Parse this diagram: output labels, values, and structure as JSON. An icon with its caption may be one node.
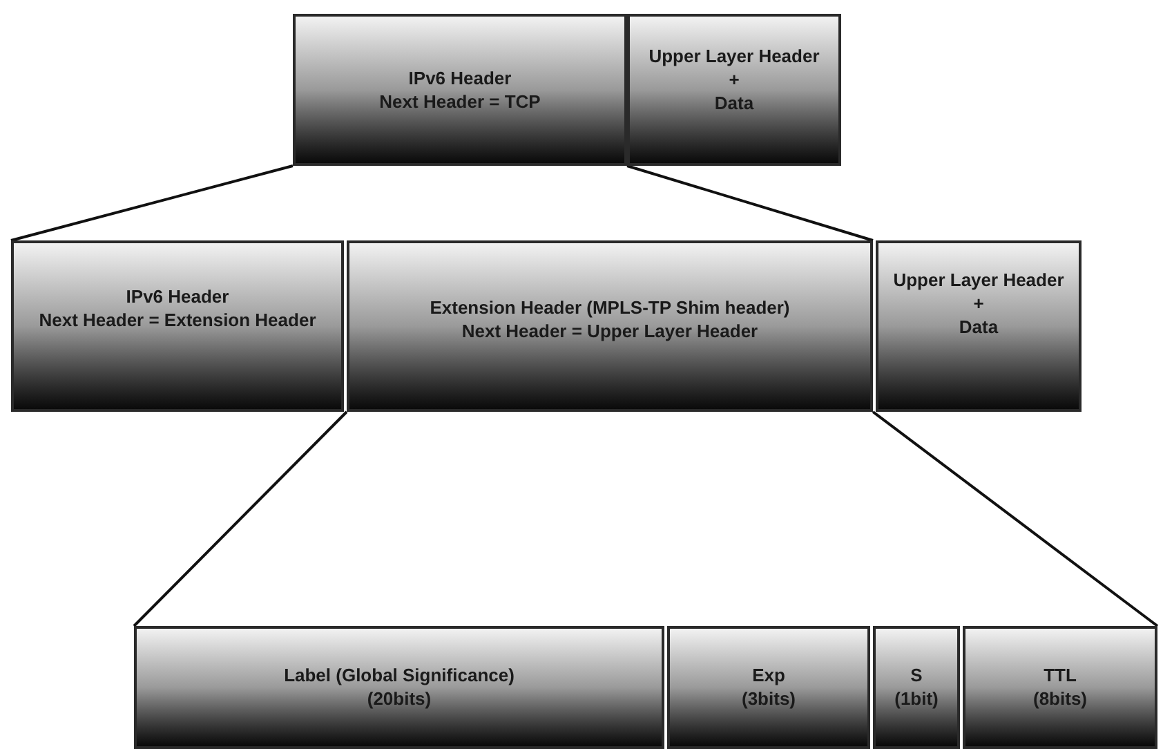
{
  "diagram": {
    "nodes": [
      {
        "text": [
          "IPv6 Header",
          "Next Header = TCP"
        ]
      },
      {
        "text": [
          "Upper Layer Header",
          "+",
          "Data"
        ]
      },
      {
        "text": [
          "IPv6 Header",
          "Next Header = Extension Header"
        ]
      },
      {
        "text": [
          "Extension Header (MPLS-TP Shim header)",
          "Next Header = Upper Layer Header"
        ]
      },
      {
        "text": [
          "Upper Layer Header",
          "+",
          "Data"
        ]
      },
      {
        "text": [
          "Label (Global Significance)",
          "(20bits)"
        ]
      },
      {
        "text": [
          "Exp",
          "(3bits)"
        ]
      },
      {
        "text": [
          "S",
          "(1bit)"
        ]
      },
      {
        "text": [
          "TTL",
          "(8bits)"
        ]
      }
    ],
    "edges": [
      {
        "from": 0,
        "to": 2,
        "arrow": "none"
      },
      {
        "from": 0,
        "to": 3,
        "arrow": "none"
      },
      {
        "from": 3,
        "to": 5,
        "arrow": "none"
      },
      {
        "from": 3,
        "to": 8,
        "arrow": "none"
      }
    ]
  }
}
